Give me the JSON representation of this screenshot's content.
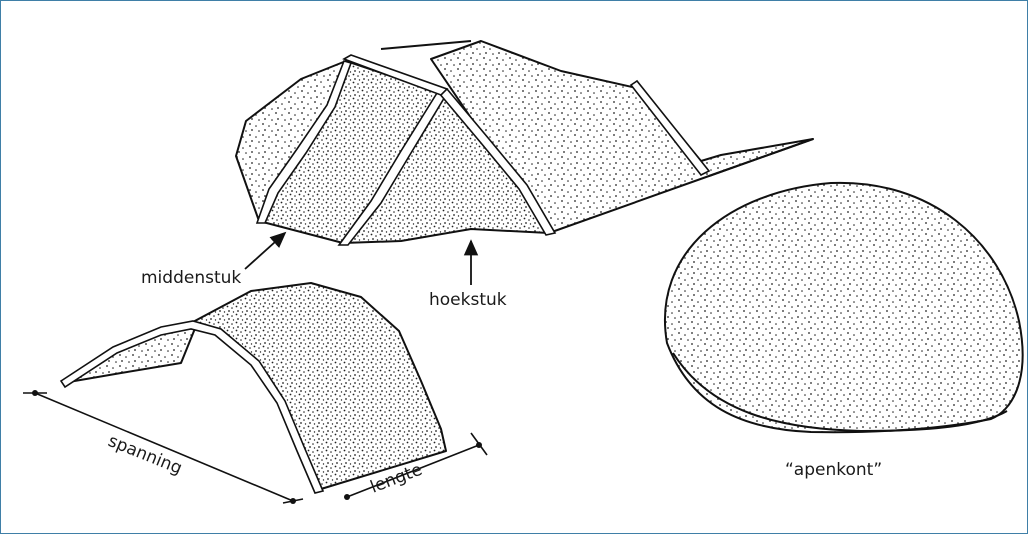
{
  "colors": {
    "border": "#3f7fa7",
    "ink": "#111111",
    "background": "#ffffff"
  },
  "labels": {
    "middenstuk": "middenstuk",
    "hoekstuk": "hoekstuk",
    "spanning": "spanning",
    "lengte": "lengte",
    "apenkont": "“apenkont”"
  }
}
